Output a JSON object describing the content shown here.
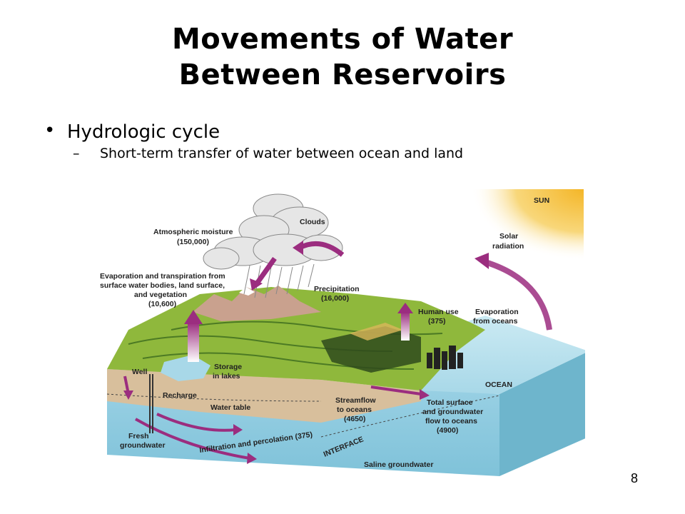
{
  "slide": {
    "title_line1": "Movements of Water",
    "title_line2": "Between Reservoirs",
    "bullet": "Hydrologic cycle",
    "sub_bullet": "Short-term transfer of water between ocean and land",
    "page_number": "8"
  },
  "diagram": {
    "labels": {
      "sun": "SUN",
      "solar_radiation_1": "Solar",
      "solar_radiation_2": "radiation",
      "clouds": "Clouds",
      "atmos_1": "Atmospheric moisture",
      "atmos_2": "(150,000)",
      "evap_1": "Evaporation and transpiration from",
      "evap_2": "surface water bodies, land surface,",
      "evap_3": "and vegetation",
      "evap_4": "(10,600)",
      "precip_1": "Precipitation",
      "precip_2": "(16,000)",
      "human_1": "Human use",
      "human_2": "(375)",
      "evap_ocean_1": "Evaporation",
      "evap_ocean_2": "from oceans",
      "storage_1": "Storage",
      "storage_2": "in lakes",
      "well": "Well",
      "recharge": "Recharge",
      "water_table": "Water table",
      "ocean": "OCEAN",
      "streamflow_1": "Streamflow",
      "streamflow_2": "to oceans",
      "streamflow_3": "(4650)",
      "total_1": "Total surface",
      "total_2": "and groundwater",
      "total_3": "flow to oceans",
      "total_4": "(4900)",
      "fresh_1": "Fresh",
      "fresh_2": "groundwater",
      "infiltration": "Infiltration and percolation (375)",
      "interface": "INTERFACE",
      "saline": "Saline groundwater"
    },
    "colors": {
      "sky_sun": "#f6c343",
      "ocean": "#a8d8e8",
      "land": "#8fb83c",
      "soil": "#d8bf9c",
      "arrow": "#9b2d7f",
      "cloud": "#e6e6e6"
    }
  }
}
